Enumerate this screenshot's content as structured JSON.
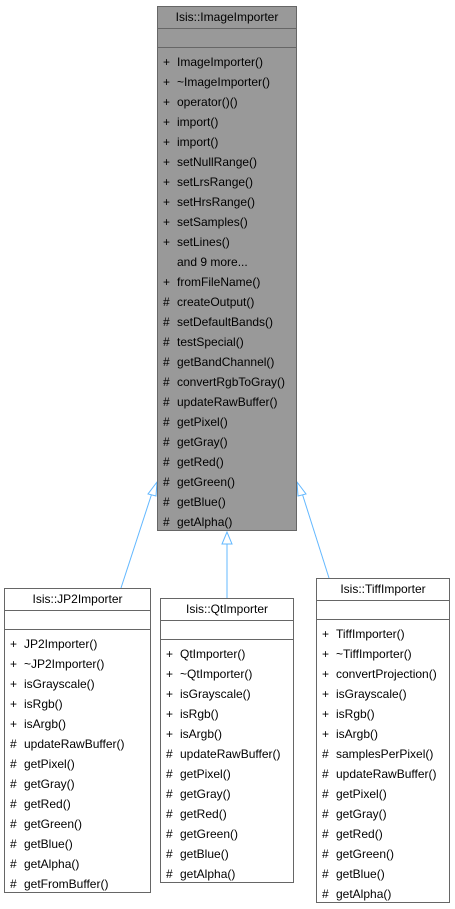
{
  "colors": {
    "base_fill": "#999999",
    "derived_fill": "#ffffff",
    "border": "#666666",
    "edge": "#63b8ff"
  },
  "base": {
    "name": "Isis::ImageImporter",
    "members": [
      {
        "vis": "+",
        "name": "ImageImporter()"
      },
      {
        "vis": "+",
        "name": "~ImageImporter()"
      },
      {
        "vis": "+",
        "name": "operator()()"
      },
      {
        "vis": "+",
        "name": "import()"
      },
      {
        "vis": "+",
        "name": "import()"
      },
      {
        "vis": "+",
        "name": "setNullRange()"
      },
      {
        "vis": "+",
        "name": "setLrsRange()"
      },
      {
        "vis": "+",
        "name": "setHrsRange()"
      },
      {
        "vis": "+",
        "name": "setSamples()"
      },
      {
        "vis": "+",
        "name": "setLines()"
      },
      {
        "vis": "",
        "name": "and 9 more..."
      },
      {
        "vis": "+",
        "name": "fromFileName()"
      },
      {
        "vis": "#",
        "name": "createOutput()"
      },
      {
        "vis": "#",
        "name": "setDefaultBands()"
      },
      {
        "vis": "#",
        "name": "testSpecial()"
      },
      {
        "vis": "#",
        "name": "getBandChannel()"
      },
      {
        "vis": "#",
        "name": "convertRgbToGray()"
      },
      {
        "vis": "#",
        "name": "updateRawBuffer()"
      },
      {
        "vis": "#",
        "name": "getPixel()"
      },
      {
        "vis": "#",
        "name": "getGray()"
      },
      {
        "vis": "#",
        "name": "getRed()"
      },
      {
        "vis": "#",
        "name": "getGreen()"
      },
      {
        "vis": "#",
        "name": "getBlue()"
      },
      {
        "vis": "#",
        "name": "getAlpha()"
      }
    ]
  },
  "derived": [
    {
      "key": "jp2",
      "name": "Isis::JP2Importer",
      "members": [
        {
          "vis": "+",
          "name": "JP2Importer()"
        },
        {
          "vis": "+",
          "name": "~JP2Importer()"
        },
        {
          "vis": "+",
          "name": "isGrayscale()"
        },
        {
          "vis": "+",
          "name": "isRgb()"
        },
        {
          "vis": "+",
          "name": "isArgb()"
        },
        {
          "vis": "#",
          "name": "updateRawBuffer()"
        },
        {
          "vis": "#",
          "name": "getPixel()"
        },
        {
          "vis": "#",
          "name": "getGray()"
        },
        {
          "vis": "#",
          "name": "getRed()"
        },
        {
          "vis": "#",
          "name": "getGreen()"
        },
        {
          "vis": "#",
          "name": "getBlue()"
        },
        {
          "vis": "#",
          "name": "getAlpha()"
        },
        {
          "vis": "#",
          "name": "getFromBuffer()"
        }
      ]
    },
    {
      "key": "qt",
      "name": "Isis::QtImporter",
      "members": [
        {
          "vis": "+",
          "name": "QtImporter()"
        },
        {
          "vis": "+",
          "name": "~QtImporter()"
        },
        {
          "vis": "+",
          "name": "isGrayscale()"
        },
        {
          "vis": "+",
          "name": "isRgb()"
        },
        {
          "vis": "+",
          "name": "isArgb()"
        },
        {
          "vis": "#",
          "name": "updateRawBuffer()"
        },
        {
          "vis": "#",
          "name": "getPixel()"
        },
        {
          "vis": "#",
          "name": "getGray()"
        },
        {
          "vis": "#",
          "name": "getRed()"
        },
        {
          "vis": "#",
          "name": "getGreen()"
        },
        {
          "vis": "#",
          "name": "getBlue()"
        },
        {
          "vis": "#",
          "name": "getAlpha()"
        }
      ]
    },
    {
      "key": "tiff",
      "name": "Isis::TiffImporter",
      "members": [
        {
          "vis": "+",
          "name": "TiffImporter()"
        },
        {
          "vis": "+",
          "name": "~TiffImporter()"
        },
        {
          "vis": "+",
          "name": "convertProjection()"
        },
        {
          "vis": "+",
          "name": "isGrayscale()"
        },
        {
          "vis": "+",
          "name": "isRgb()"
        },
        {
          "vis": "+",
          "name": "isArgb()"
        },
        {
          "vis": "#",
          "name": "samplesPerPixel()"
        },
        {
          "vis": "#",
          "name": "updateRawBuffer()"
        },
        {
          "vis": "#",
          "name": "getPixel()"
        },
        {
          "vis": "#",
          "name": "getGray()"
        },
        {
          "vis": "#",
          "name": "getRed()"
        },
        {
          "vis": "#",
          "name": "getGreen()"
        },
        {
          "vis": "#",
          "name": "getBlue()"
        },
        {
          "vis": "#",
          "name": "getAlpha()"
        }
      ]
    }
  ]
}
